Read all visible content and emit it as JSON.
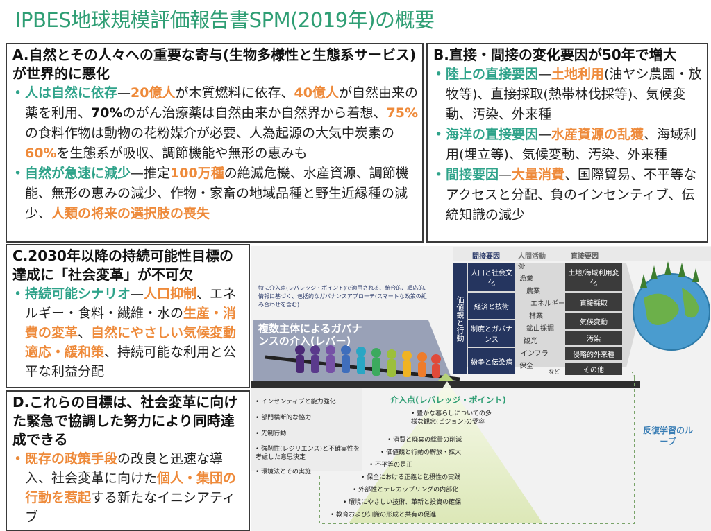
{
  "title": "IPBES地球規模評価報告書SPM(2019年)の概要",
  "boxA": {
    "heading": "A.自然とその人々への重要な寄与(生物多様性と生態系サービス)が世界的に悪化",
    "b1": {
      "p1": "人は自然に依存",
      "p2": "—",
      "p3": "20億人",
      "p4": "が木質燃料に依存、",
      "p5": "40億人",
      "p6": "が自然由来の薬を利用、",
      "p7": "70%",
      "p8": "のがん治療薬は自然由来か自然界から着想、",
      "p9": "75%",
      "p10": "の食料作物は動物の花粉媒介が必要、人為起源の大気中炭素の",
      "p11": "60%",
      "p12": "を生態系が吸収、調節機能や無形の恵みも"
    },
    "b2": {
      "p1": "自然が急速に減少",
      "p2": "—推定",
      "p3": "100万種",
      "p4": "の絶滅危機、水産資源、調節機能、無形の恵みの減少、作物・家畜の地域品種と野生近縁種の減少、",
      "p5": "人類の将来の選択肢の喪失"
    }
  },
  "boxB": {
    "heading": "B.直接・間接の変化要因が50年で増大",
    "b1": {
      "p1": "陸上の直接要因",
      "p2": "—",
      "p3": "土地利用",
      "p4": "(油ヤシ農園・放牧等)、直接採取(熱帯林伐採等)、気候変動、汚染、外来種"
    },
    "b2": {
      "p1": "海洋の直接要因",
      "p2": "—",
      "p3": "水産資源の乱獲",
      "p4": "、海域利用(埋立等)、気候変動、汚染、外来種"
    },
    "b3": {
      "p1": "間接要因",
      "p2": "—",
      "p3": "大量消費",
      "p4": "、国際貿易、不平等なアクセスと分配、負のインセンティブ、伝統知識の減少"
    }
  },
  "boxC": {
    "heading": "C.2030年以降の持続可能性目標の達成に「社会変革」が不可欠",
    "b1": {
      "p1": "持続可能シナリオ",
      "p2": "—",
      "p3": "人口抑制",
      "p4": "、エネルギー・食料・繊維・水の",
      "p5": "生産・消費の変革",
      "p6": "、",
      "p7": "自然にやさしい気候変動適応・緩和策",
      "p8": "、持続可能な利用と公平な利益分配"
    }
  },
  "boxD": {
    "heading": "D.これらの目標は、社会変革に向けた緊急で協調した努力により同時達成できる",
    "b1": {
      "p1": "既存の政策手段",
      "p2": "の改良と迅速な導入、社会変革に向けた",
      "p3": "個人・集団の行動を惹起",
      "p4": "する新たなイニシアティブ"
    }
  },
  "diagram": {
    "cap_indirect": "間接要因",
    "cap_human": "人間活動",
    "cap_direct": "直接要因",
    "values_label": "価値観と行動",
    "indirect": [
      "人口と社会文化",
      "経済と技術",
      "制度とガバナンス",
      "紛争と伝染病"
    ],
    "activity_rei": "例:",
    "activities": [
      "漁業",
      "農業",
      "エネルギー",
      "林業",
      "鉱山採掘",
      "観光",
      "インフラ",
      "保全",
      "など"
    ],
    "direct": [
      "土地/海域利用変化",
      "直接採取",
      "気候変動",
      "汚染",
      "侵略的外来種",
      "その他"
    ],
    "lever_note": "特に介入点(レバレッジ・ポイント)で適用される、統合的、順応的、情報に基づく、包括的なガバナンスアプローチ(スマートな政策の組み合わせを含む)",
    "lever_title": "複数主体によるガバナンスの介入(レバー)",
    "levers": [
      "インセンティブと能力強化",
      "部門横断的な協力",
      "先制行動",
      "強靭性(レジリエンス)と不確実性を考慮した意思決定",
      "環境法とその実施"
    ],
    "leverage_title": "介入点(レバレッジ・ポイント)",
    "leverage_points": [
      "豊かな暮らしについての多様な観念(ビジョン)の受容",
      "消費と廃棄の総量の削減",
      "価値観と行動の解放・拡大",
      "不平等の是正",
      "保全における正義と包摂性の実践",
      "外部性とテレカップリングの内部化",
      "環境にやさしい技術、革新と投資の確保",
      "教育および知識の形成と共有の促進"
    ],
    "loop_label": "反復学習のループ",
    "colors": {
      "navy": "#25355f",
      "gray": "#3b3b3b",
      "teal": "#2fa38a",
      "orange": "#ee8a3a",
      "green_loop": "#2f9e74"
    }
  }
}
